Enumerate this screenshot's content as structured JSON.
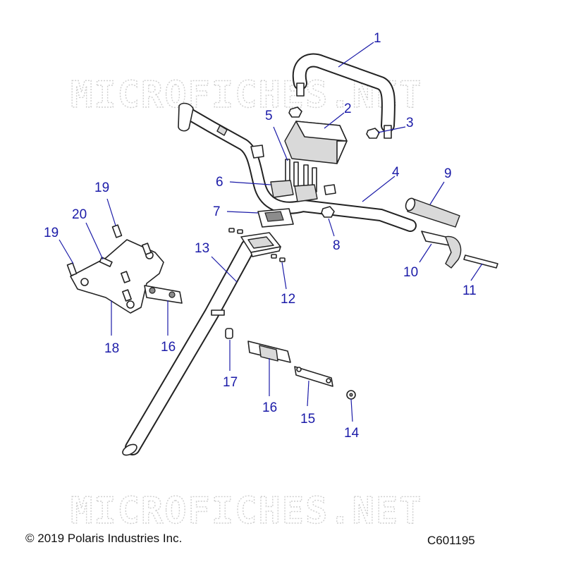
{
  "watermark": "MICROFICHES.NET",
  "copyright": "© 2019 Polaris Industries Inc.",
  "diagram_code": "C601195",
  "callouts": [
    "1",
    "2",
    "3",
    "4",
    "5",
    "6",
    "7",
    "8",
    "9",
    "10",
    "11",
    "12",
    "13",
    "14",
    "15",
    "16",
    "16",
    "17",
    "18",
    "19",
    "19",
    "20"
  ],
  "colors": {
    "callout": "#1b1ba8",
    "line": "#222222",
    "watermark": "#cfcfcf"
  }
}
